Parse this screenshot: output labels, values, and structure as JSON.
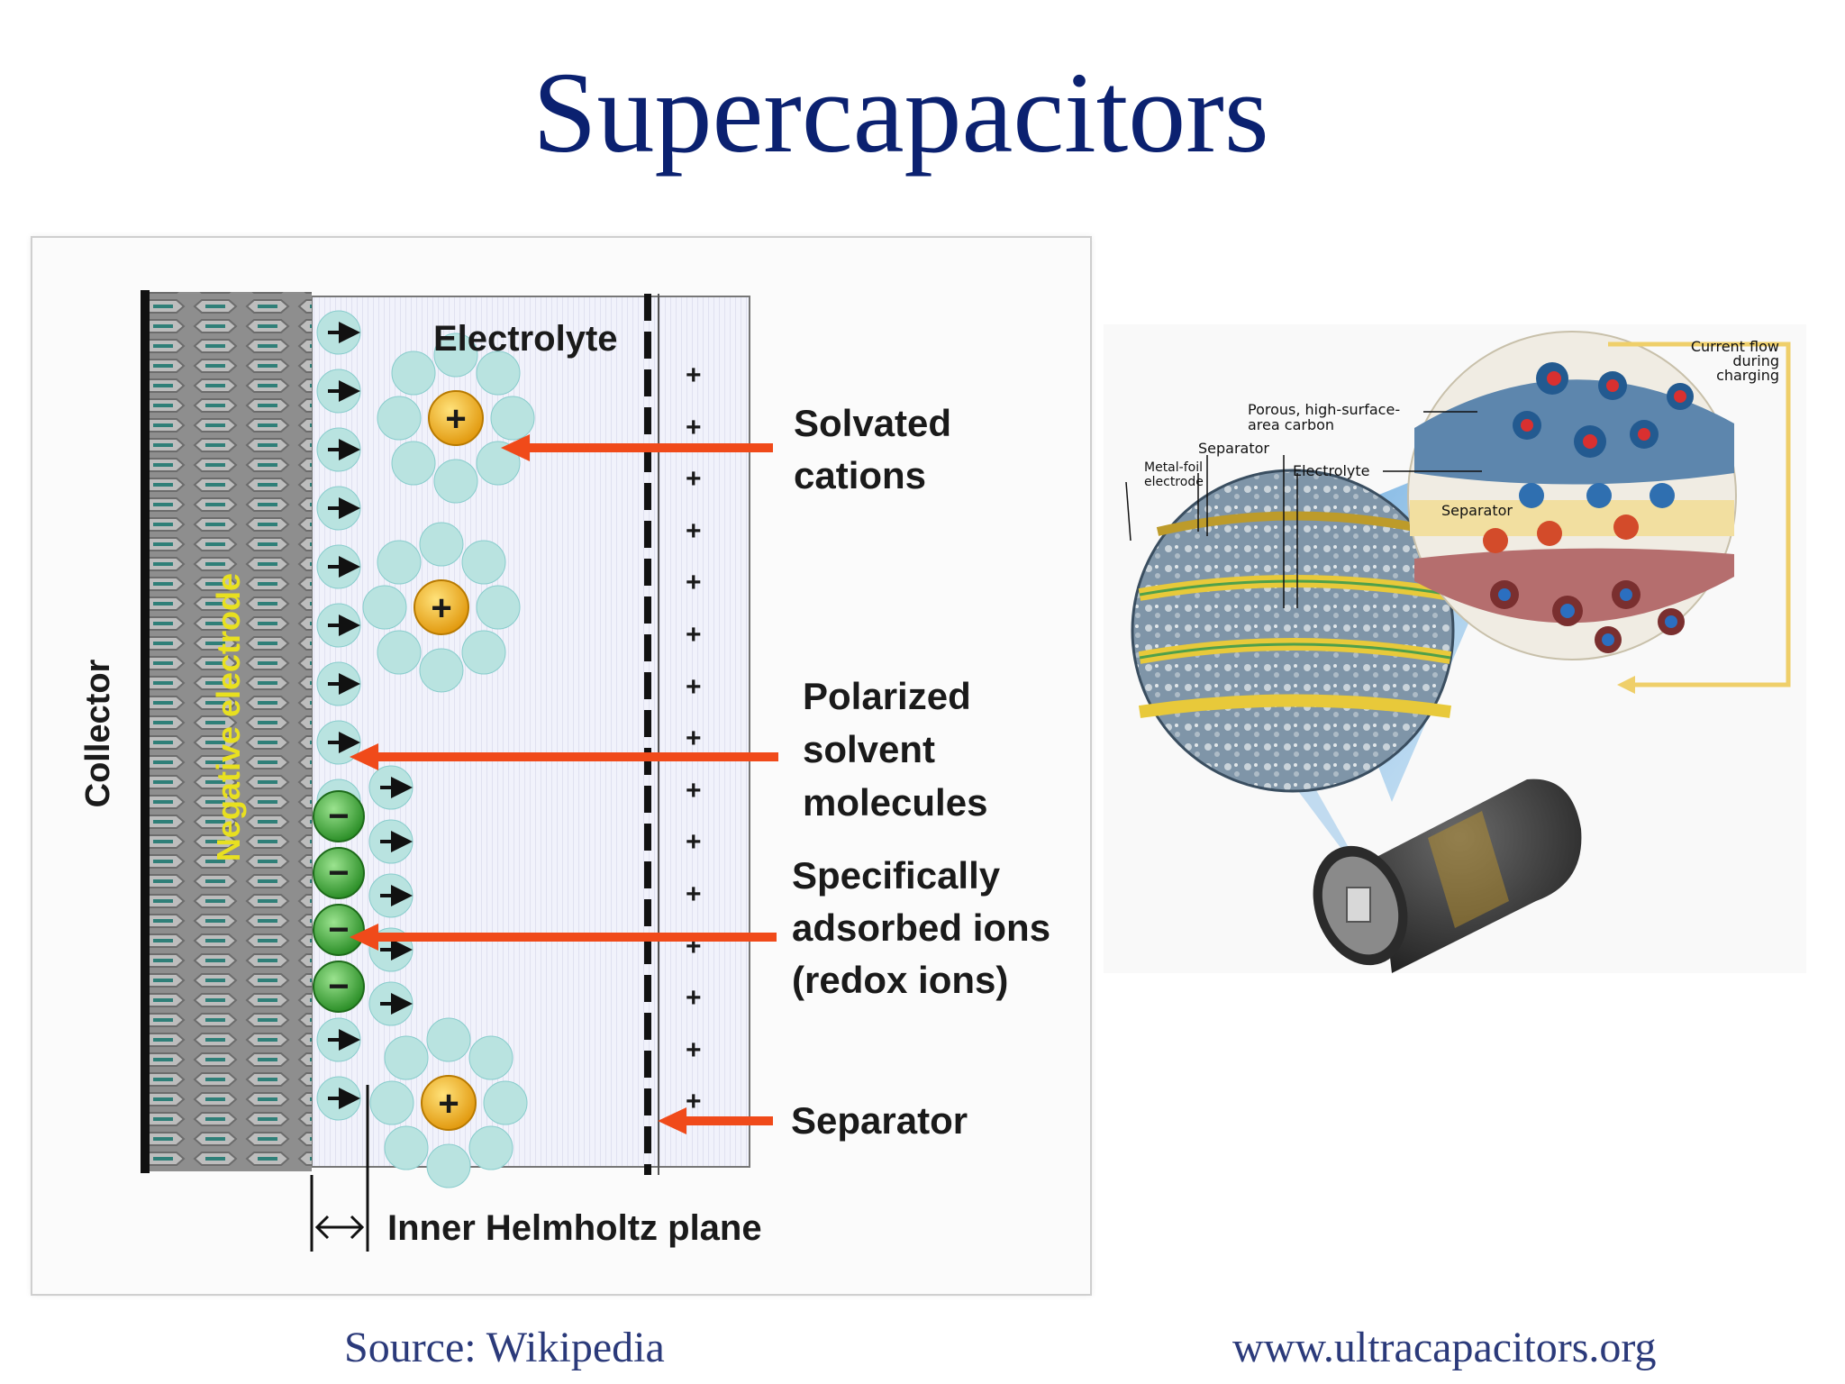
{
  "title": "Supercapacitors",
  "left_diagram": {
    "collector": "Collector",
    "negative_electrode": "Negative electrode",
    "electrolyte": "Electrolyte",
    "solvated_cations": [
      "Solvated",
      "cations"
    ],
    "polarized_solvent": [
      "Polarized",
      "solvent",
      "molecules"
    ],
    "adsorbed_ions": [
      "Specifically",
      "adsorbed ions",
      "(redox ions)"
    ],
    "separator": "Separator",
    "helmholtz": "Inner Helmholtz plane",
    "plus_sign": "+",
    "minus_sign": "−"
  },
  "right_diagram": {
    "porous_carbon": [
      "Porous, high-surface-",
      "area carbon"
    ],
    "separator_label": "Separator",
    "metal_foil": [
      "Metal-foil",
      "electrode"
    ],
    "electrolyte_label": "Electrolyte",
    "separator_inner": "Separator",
    "current_flow": [
      "Current flow",
      "during",
      "charging"
    ]
  },
  "sources": {
    "left": "Source: Wikipedia",
    "right": "www.ultracapacitors.org"
  },
  "colors": {
    "title": "#0b2170",
    "arrow": "#f04a1a",
    "cation": "#f2b21c",
    "anion": "#3faa3a",
    "solvent": "#b9e3e0"
  }
}
